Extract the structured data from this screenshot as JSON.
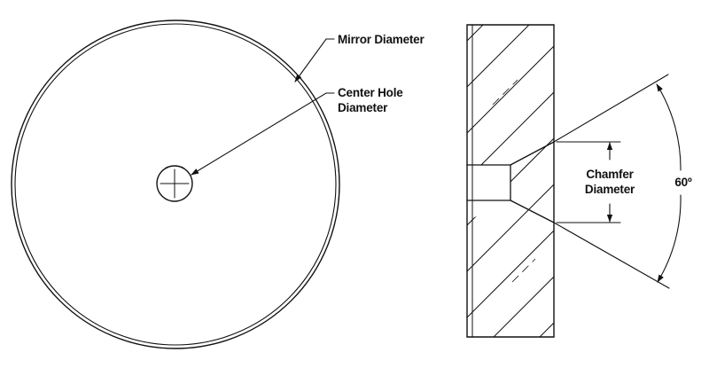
{
  "labels": {
    "mirror_diameter": "Mirror Diameter",
    "center_hole_line1": "Center Hole",
    "center_hole_line2": "Diameter",
    "chamfer_line1": "Chamfer",
    "chamfer_line2": "Diameter",
    "angle": "60º"
  },
  "colors": {
    "ink": "#111111",
    "background": "#ffffff"
  }
}
